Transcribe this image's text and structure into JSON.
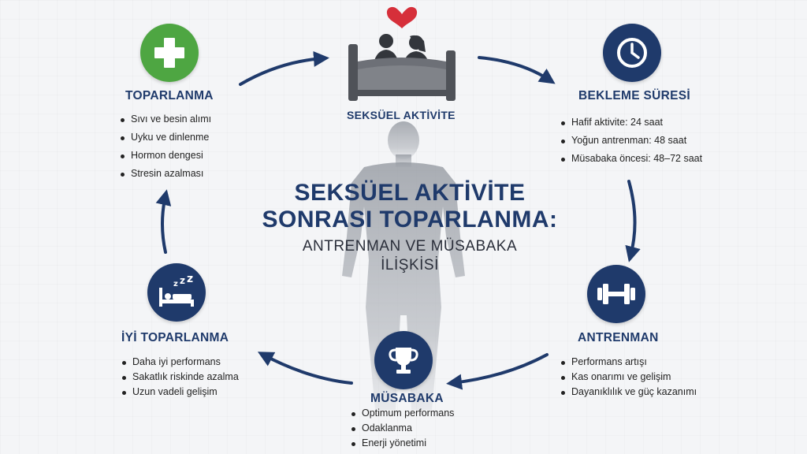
{
  "center": {
    "title_line1": "SEKSÜEL AKTİVİTE",
    "title_line2": "SONRASI TOPARLANMA:",
    "subtitle_line1": "ANTRENMAN VE MÜSABAKA",
    "subtitle_line2": "İLİŞKİSİ"
  },
  "nodes": {
    "seksuel_aktivite": {
      "title": "SEKSÜEL AKTİVİTE",
      "icon": "couple-bed-heart-icon"
    },
    "bekleme_suresi": {
      "title": "BEKLEME SÜRESİ",
      "icon": "clock-icon",
      "items": [
        "Hafif aktivite: 24 saat",
        "Yoğun antrenman: 48 saat",
        "Müsabaka öncesi: 48–72 saat"
      ]
    },
    "antrenman": {
      "title": "ANTRENMAN",
      "icon": "dumbbell-icon",
      "items": [
        "Performans artışı",
        "Kas onarımı ve gelişim",
        "Dayanıklılık ve güç kazanımı"
      ]
    },
    "musabaka": {
      "title": "MÜSABAKA",
      "icon": "trophy-icon",
      "items": [
        "Optimum performans",
        "Odaklanma",
        "Enerji yönetimi"
      ]
    },
    "iyi_toparlanma": {
      "title": "İYİ TOPARLANMA",
      "icon": "sleep-bed-icon",
      "items": [
        "Daha iyi performans",
        "Sakatlık riskinde azalma",
        "Uzun vadeli gelişim"
      ]
    },
    "toparlanma": {
      "title": "TOPARLANMA",
      "icon": "medical-cross-icon",
      "items": [
        "Sıvı ve besin alımı",
        "Uyku ve dinlenme",
        "Hormon dengesi",
        "Stresin azalması"
      ]
    }
  },
  "colors": {
    "navy": "#1f3a6b",
    "green": "#4ea642",
    "heart": "#d62f3a",
    "silhouette": "#9ea3ab"
  }
}
